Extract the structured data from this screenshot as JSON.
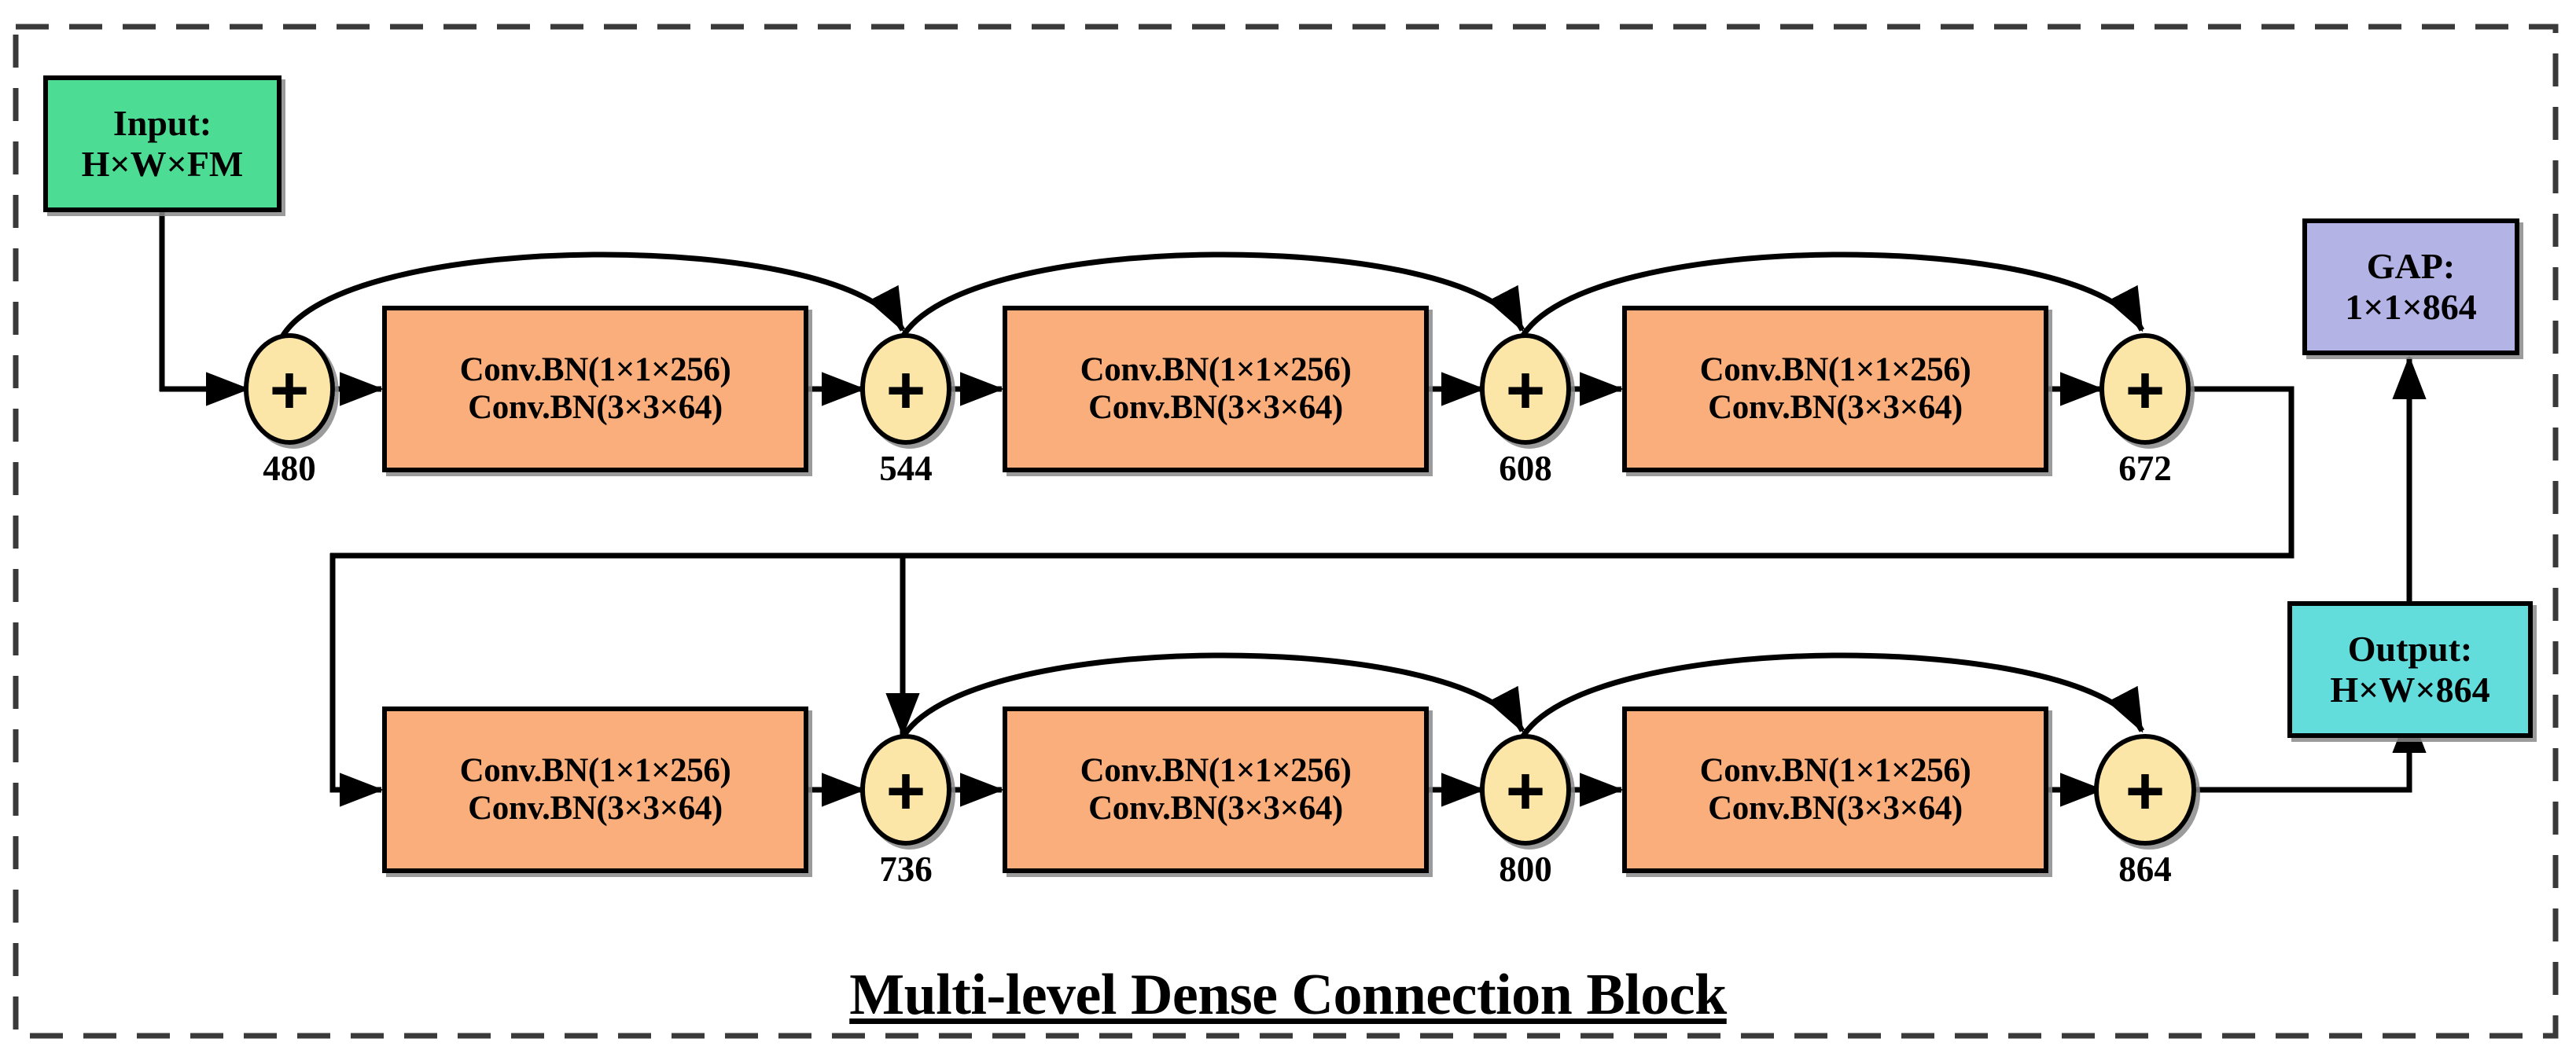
{
  "title": "Multi-level Dense Connection Block",
  "colors": {
    "input_box": "#4DDC93",
    "conv_box": "#F9AE7C",
    "node": "#FCE6A7",
    "gap_box": "#B3B3E6",
    "output_box": "#63DCDC",
    "stroke": "#000000",
    "frame": "#3A3A3A"
  },
  "frame": {
    "style": "dashed"
  },
  "io": {
    "input": {
      "line1": "Input:",
      "line2": "H×W×FM"
    },
    "gap": {
      "line1": "GAP:",
      "line2": "1×1×864"
    },
    "output": {
      "line1": "Output:",
      "line2": "H×W×864"
    }
  },
  "conv_block_text": {
    "line1": "Conv.BN(1×1×256)",
    "line2": "Conv.BN(3×3×64)"
  },
  "blocks": [
    {
      "id": "conv-top-1",
      "row": "top",
      "index": 1,
      "line1": "Conv.BN(1×1×256)",
      "line2": "Conv.BN(3×3×64)"
    },
    {
      "id": "conv-top-2",
      "row": "top",
      "index": 2,
      "line1": "Conv.BN(1×1×256)",
      "line2": "Conv.BN(3×3×64)"
    },
    {
      "id": "conv-top-3",
      "row": "top",
      "index": 3,
      "line1": "Conv.BN(1×1×256)",
      "line2": "Conv.BN(3×3×64)"
    },
    {
      "id": "conv-bottom-1",
      "row": "bottom",
      "index": 1,
      "line1": "Conv.BN(1×1×256)",
      "line2": "Conv.BN(3×3×64)"
    },
    {
      "id": "conv-bottom-2",
      "row": "bottom",
      "index": 2,
      "line1": "Conv.BN(1×1×256)",
      "line2": "Conv.BN(3×3×64)"
    },
    {
      "id": "conv-bottom-3",
      "row": "bottom",
      "index": 3,
      "line1": "Conv.BN(1×1×256)",
      "line2": "Conv.BN(3×3×64)"
    }
  ],
  "nodes": [
    {
      "id": "node-480",
      "row": "top",
      "symbol": "+",
      "label": "480"
    },
    {
      "id": "node-544",
      "row": "top",
      "symbol": "+",
      "label": "544"
    },
    {
      "id": "node-608",
      "row": "top",
      "symbol": "+",
      "label": "608"
    },
    {
      "id": "node-672",
      "row": "top",
      "symbol": "+",
      "label": "672"
    },
    {
      "id": "node-736",
      "row": "bottom",
      "symbol": "+",
      "label": "736"
    },
    {
      "id": "node-800",
      "row": "bottom",
      "symbol": "+",
      "label": "800"
    },
    {
      "id": "node-864",
      "row": "bottom",
      "symbol": "+",
      "label": "864"
    }
  ],
  "chart_data": {
    "type": "diagram",
    "title": "Multi-level Dense Connection Block",
    "description": "Two-row dense connection block: growth of channel count through successive Conv.BN pairs with additive skip connections.",
    "channel_progression": [
      480,
      544,
      608,
      672,
      736,
      800,
      864
    ],
    "input_shape": "H×W×FM",
    "output_shape": "H×W×864",
    "gap_shape": "1×1×864",
    "unit_ops": [
      "Conv.BN(1×1×256)",
      "Conv.BN(3×3×64)"
    ],
    "growth_rate": 64,
    "num_conv_blocks": 6
  }
}
